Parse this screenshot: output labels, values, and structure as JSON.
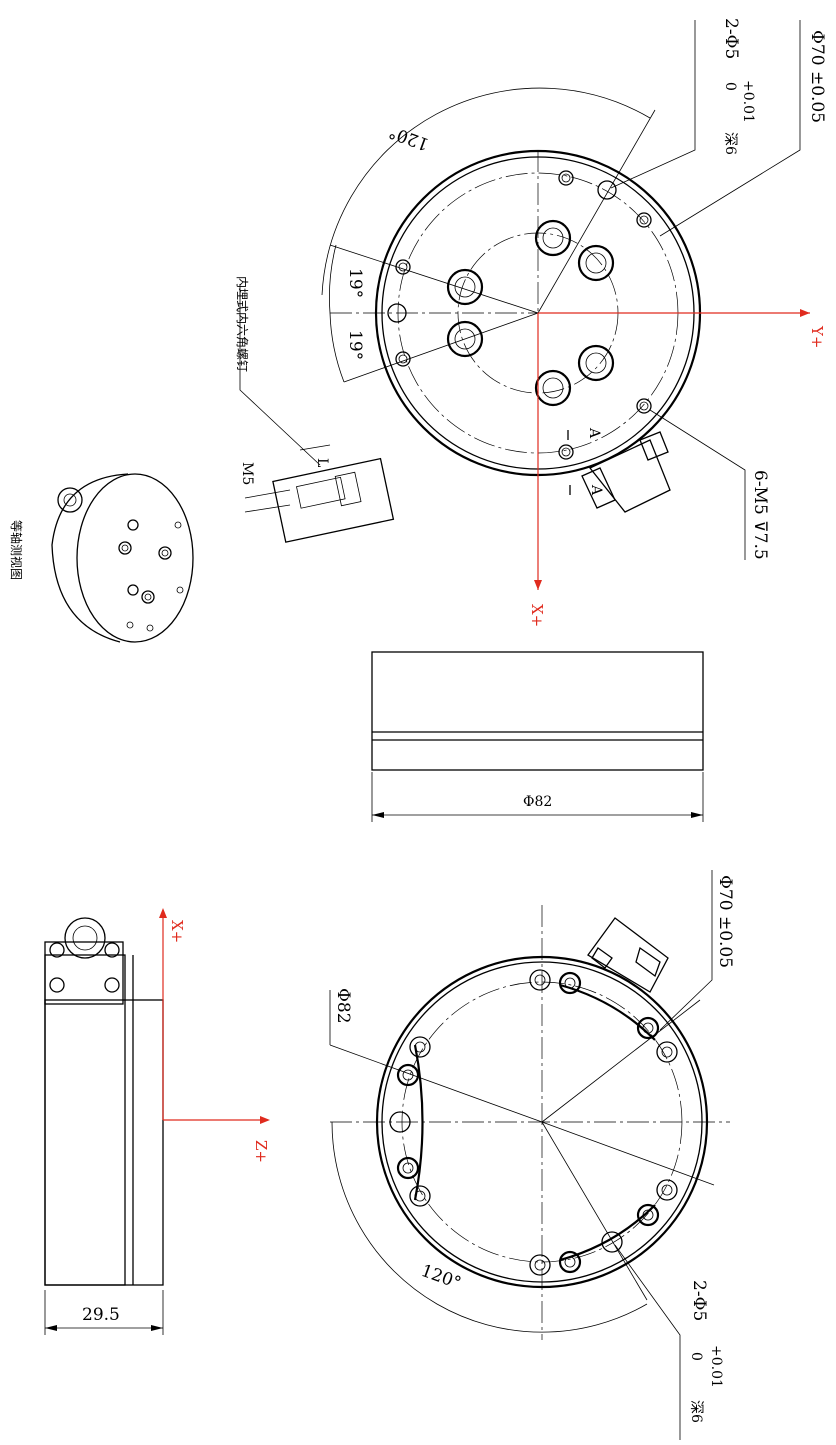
{
  "colors": {
    "axis": "#e02b1e",
    "line": "#000000",
    "background": "#ffffff"
  },
  "top_view": {
    "dia_70": "Φ70 ±0.05",
    "holes_2x5": "2-Φ5",
    "tol_upper": "+0.01",
    "tol_lower": "0",
    "depth": "深6",
    "angle_120": "120°",
    "angle_19a": "19°",
    "angle_19b": "19°",
    "thread_note": "6-M5 ⊽7.5",
    "embedded_screw_note": "内埋式内六角螺钉",
    "section_m5": "M5",
    "section_l": "L",
    "section_mark_a1": "A",
    "section_mark_a2": "A",
    "axis_y": "Y+",
    "axis_x": "X+"
  },
  "iso_view": {
    "caption": "等轴测视图"
  },
  "front_view": {
    "dia_82": "Φ82"
  },
  "side_view": {
    "height": "29.5",
    "axis_x": "X+",
    "axis_z": "Z+"
  },
  "bottom_view": {
    "dia_70": "Φ70 ±0.05",
    "dia_82": "Φ82",
    "angle_120": "120°",
    "holes_2x5": "2-Φ5",
    "tol_upper": "+0.01",
    "tol_lower": "0",
    "depth": "深6"
  }
}
